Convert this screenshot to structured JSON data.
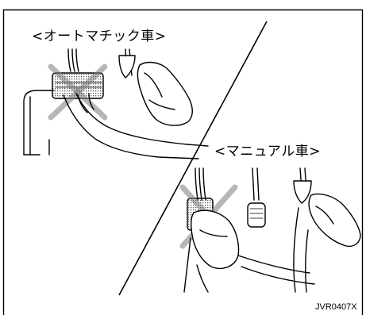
{
  "labels": {
    "automatic": "<オートマチック車>",
    "manual": "<マニュアル車>"
  },
  "figure_code": "JVR0407X",
  "colors": {
    "line": "#000000",
    "background": "#ffffff",
    "hatch": "#7a7a7a"
  },
  "icons": {
    "prohibited_mark_automatic": "crossed-out-mat-icon",
    "prohibited_mark_manual": "crossed-out-mat-icon"
  }
}
